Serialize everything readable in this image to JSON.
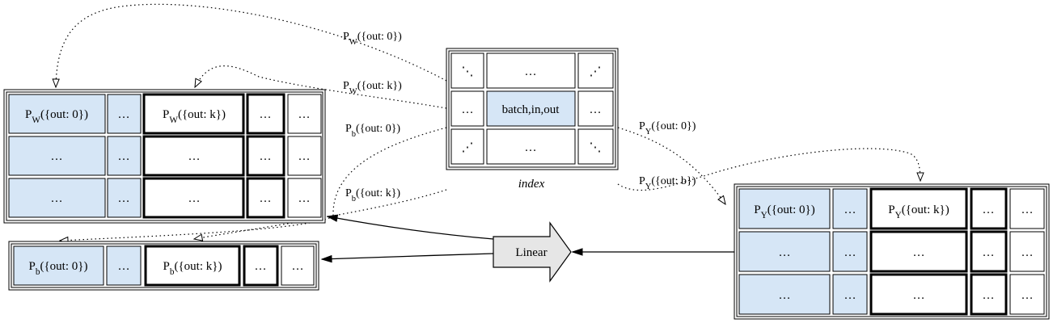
{
  "colors": {
    "shaded_cell": "#d6e6f6",
    "plain_cell": "#ffffff",
    "linear_fill": "#e6e6e6",
    "stroke": "#000000"
  },
  "w_table": {
    "header": [
      "P_W({out: 0})",
      "…",
      "P_W({out: k})",
      "…",
      "…"
    ],
    "rows": [
      [
        "…",
        "…",
        "…",
        "…",
        "…"
      ],
      [
        "…",
        "…",
        "…",
        "…",
        "…"
      ]
    ]
  },
  "b_table": {
    "header": [
      "P_b({out: 0})",
      "…",
      "P_b({out: k})",
      "…",
      "…"
    ]
  },
  "y_table": {
    "header": [
      "P_Y({out: 0})",
      "…",
      "P_Y({out: k})",
      "…",
      "…"
    ],
    "rows": [
      [
        "…",
        "…",
        "…",
        "…",
        "…"
      ],
      [
        "…",
        "…",
        "…",
        "…",
        "…"
      ]
    ]
  },
  "index_table": {
    "rows": [
      [
        "⋱",
        "…",
        "⋰"
      ],
      [
        "…",
        "batch,in,out",
        "…"
      ],
      [
        "⋰",
        "…",
        "⋱"
      ]
    ],
    "caption": "index"
  },
  "linear_node": {
    "label": "Linear"
  },
  "edge_labels": {
    "pw0": "P_W({out: 0})",
    "pwk": "P_W({out: k})",
    "pb0": "P_b({out: 0})",
    "pbk": "P_b({out: k})",
    "py0": "P_Y({out: 0})",
    "pyb": "P_Y({out: b})"
  }
}
